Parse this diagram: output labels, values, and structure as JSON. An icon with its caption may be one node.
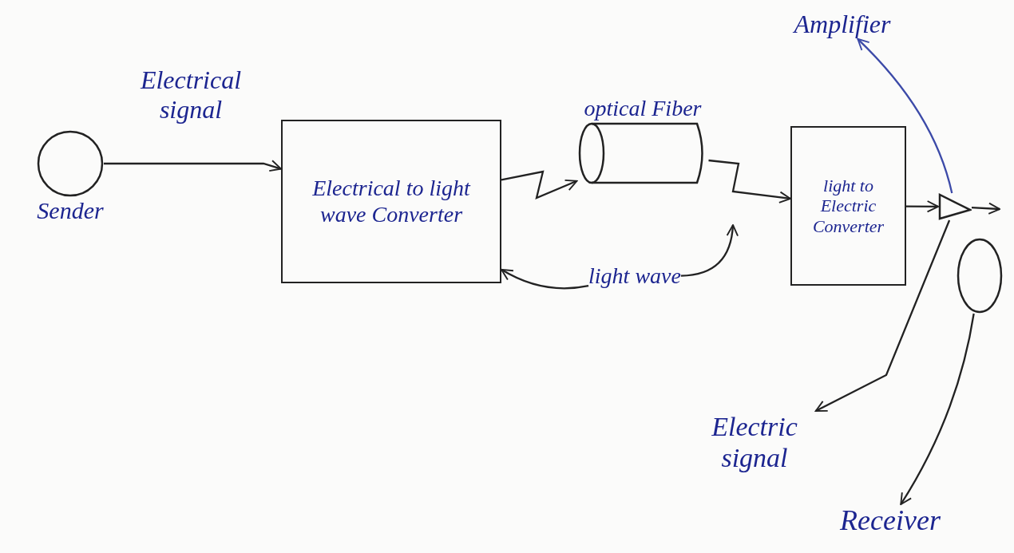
{
  "diagram": {
    "nodes": [
      {
        "text": [
          "Sender"
        ]
      },
      {
        "text": [
          "Electrical to light wave Converter"
        ]
      },
      {
        "text": [
          "optical Fiber"
        ]
      },
      {
        "text": [
          "light to Electric Converter"
        ]
      },
      {
        "text": [],
        "shape": "triangle"
      },
      {
        "text": [
          "Amplifier"
        ]
      },
      {
        "text": [],
        "shape": "oval"
      },
      {
        "text": [
          "Electric signal"
        ]
      },
      {
        "text": [
          "Receiver"
        ]
      },
      {
        "text": [
          "light wave"
        ]
      }
    ],
    "edges": [
      {
        "from": 0,
        "to": 1,
        "arrow": "to",
        "label": "Electrical signal"
      },
      {
        "from": 1,
        "to": 2,
        "arrow": "to"
      },
      {
        "from": 2,
        "to": 3,
        "arrow": "to"
      },
      {
        "from": 3,
        "to": 4,
        "arrow": "to"
      },
      {
        "from": 4,
        "to": null,
        "arrow": "to"
      },
      {
        "from": 4,
        "to": 5,
        "arrow": "to",
        "color": "#3c4aa8"
      },
      {
        "from": 4,
        "to": 7,
        "arrow": "to"
      },
      {
        "from": 6,
        "to": 8,
        "arrow": "to"
      },
      {
        "from": 9,
        "to": 1,
        "arrow": "to"
      },
      {
        "from": 9,
        "to": null,
        "arrow": "to"
      }
    ]
  }
}
